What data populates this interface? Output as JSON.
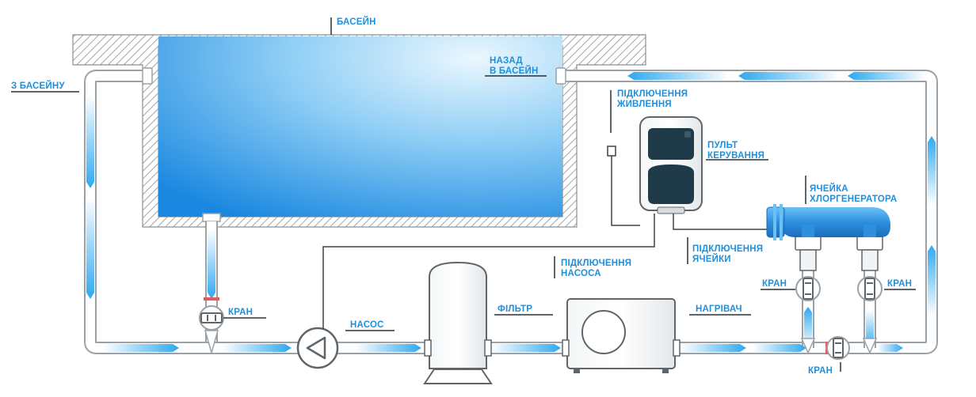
{
  "labels": {
    "pool": "БАСЕЙН",
    "from_pool": "З БАСЕЙНУ",
    "back_to_pool_line1": "НАЗАД",
    "back_to_pool_line2": "В БАСЕЙН",
    "power_line1": "ПІДКЛЮЧЕННЯ",
    "power_line2": "ЖИВЛЕННЯ",
    "control_line1": "ПУЛЬТ",
    "control_line2": "КЕРУВАННЯ",
    "cell_line1": "ЯЧЕЙКА",
    "cell_line2": "ХЛОРГЕНЕРАТОРА",
    "cell_conn_line1": "ПІДКЛЮЧЕННЯ",
    "cell_conn_line2": "ЯЧЕЙКИ",
    "pump_conn_line1": "ПІДКЛЮЧЕННЯ",
    "pump_conn_line2": "НАСОСА",
    "valve_left": "КРАН",
    "valve_right_a": "КРАН",
    "valve_right_b": "КРАН",
    "valve_bottom": "КРАН",
    "pump": "НАСОС",
    "filter": "ФІЛЬТР",
    "heater": "НАГРІВАЧ"
  },
  "colors": {
    "label": "#1f8fdc",
    "pipe_fill": "#ffffff",
    "pipe_stroke": "#9aa1a7",
    "flow": "#2ea8f0",
    "water_light": "#e6f5fd",
    "water_dark": "#1c8fe3",
    "equipment": "#eef1f3",
    "equipment_dark": "#1f3a48",
    "cell": "#2f8fde"
  }
}
